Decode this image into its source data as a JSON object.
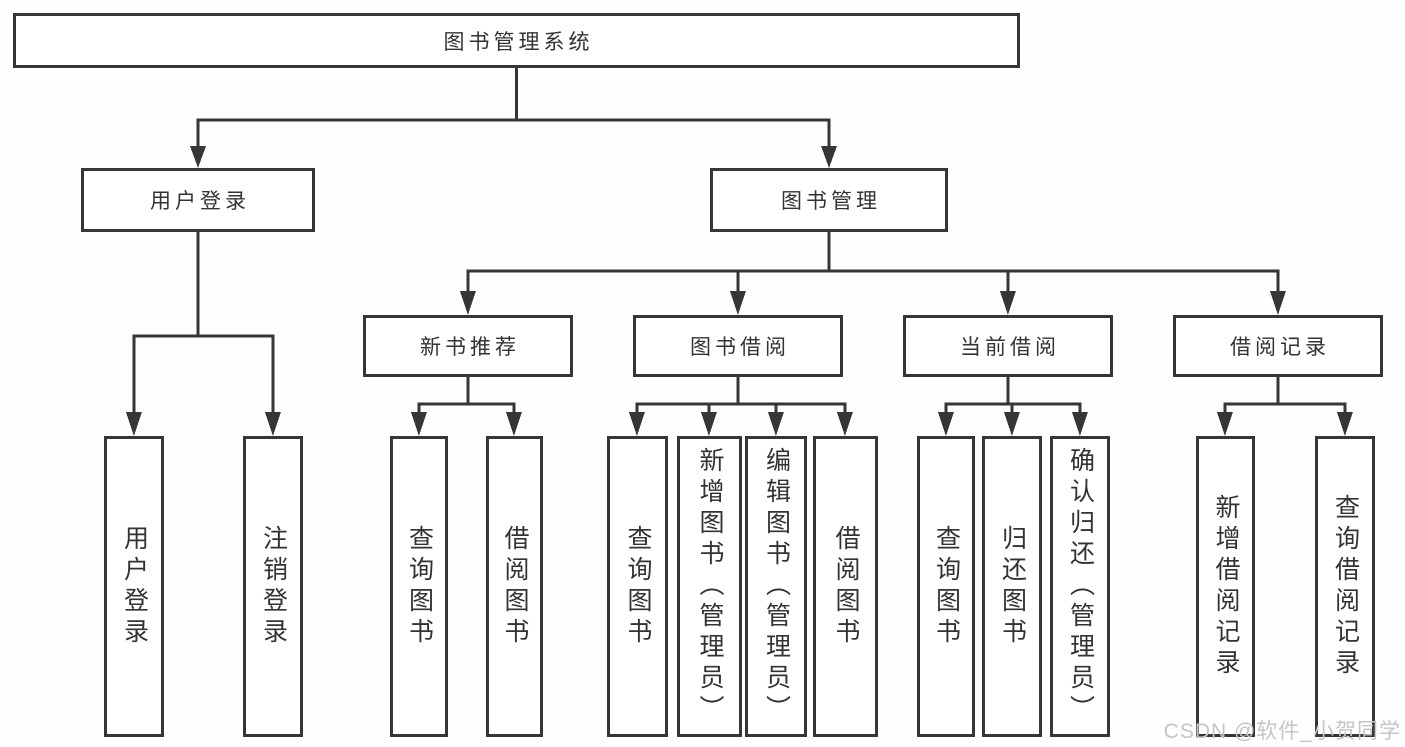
{
  "colors": {
    "line": "#363636",
    "box_border": "#363636",
    "text": "#333333",
    "watermark": "#c5c5c5",
    "background": "#fefefe"
  },
  "tree": {
    "root": {
      "label": "图书管理系统"
    },
    "user_login": {
      "label": "用户登录",
      "children": [
        {
          "label": "用户登录"
        },
        {
          "label": "注销登录"
        }
      ]
    },
    "book_management": {
      "label": "图书管理",
      "children": [
        {
          "label": "新书推荐",
          "children": [
            {
              "label": "查询图书"
            },
            {
              "label": "借阅图书"
            }
          ]
        },
        {
          "label": "图书借阅",
          "children": [
            {
              "label": "查询图书"
            },
            {
              "label": "新增图书（管理员）"
            },
            {
              "label": "编辑图书（管理员）"
            },
            {
              "label": "借阅图书"
            }
          ]
        },
        {
          "label": "当前借阅",
          "children": [
            {
              "label": "查询图书"
            },
            {
              "label": "归还图书"
            },
            {
              "label": "确认归还（管理员）"
            }
          ]
        },
        {
          "label": "借阅记录",
          "children": [
            {
              "label": "新增借阅记录"
            },
            {
              "label": "查询借阅记录"
            }
          ]
        }
      ]
    }
  },
  "watermark": {
    "text": "CSDN @软件_小贺同学"
  }
}
